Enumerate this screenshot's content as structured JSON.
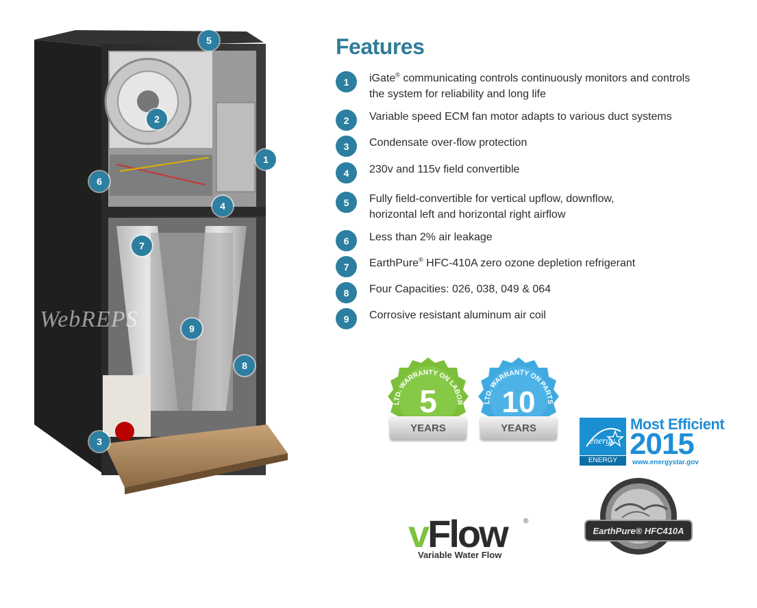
{
  "features": {
    "title": "Features",
    "items": [
      {
        "num": "1",
        "text_pre": "iGate",
        "text_sup": "®",
        "text_post": " communicating controls continuously monitors and controls the system for reliability and long life"
      },
      {
        "num": "2",
        "text": "Variable speed ECM fan motor adapts to various duct systems"
      },
      {
        "num": "3",
        "text": "Condensate over-flow protection"
      },
      {
        "num": "4",
        "text": "230v and 115v field convertible"
      },
      {
        "num": "5",
        "text": "Fully field-convertible for vertical upflow, downflow, horizontal left and horizontal right airflow"
      },
      {
        "num": "6",
        "text": "Less than 2% air leakage"
      },
      {
        "num": "7",
        "text_pre": "EarthPure",
        "text_sup": "®",
        "text_post": " HFC-410A zero ozone depletion refrigerant"
      },
      {
        "num": "8",
        "text": "Four Capacities: 026, 038, 049 & 064"
      },
      {
        "num": "9",
        "text": "Corrosive resistant aluminum air coil"
      }
    ]
  },
  "unit": {
    "watermark": "WebREPS",
    "markers": [
      "5",
      "2",
      "1",
      "6",
      "4",
      "7",
      "9",
      "8",
      "3"
    ]
  },
  "badges": {
    "labor": {
      "arc": "LTD. WARRANTY ON LABOR",
      "number": "5",
      "years": "YEARS",
      "color": "#7cbf3a"
    },
    "parts": {
      "arc": "LTD. WARRANTY ON PARTS",
      "number": "10",
      "years": "YEARS",
      "color": "#3fa9e0"
    },
    "energy_star": {
      "label": "ENERGY STAR",
      "headline": "Most Efficient",
      "year": "2015",
      "url": "www.energystar.gov"
    },
    "earthpure": {
      "text": "EarthPure® HFC410A"
    },
    "vflow": {
      "logo": "vFlow",
      "reg": "®",
      "sub": "Variable Water Flow"
    }
  }
}
